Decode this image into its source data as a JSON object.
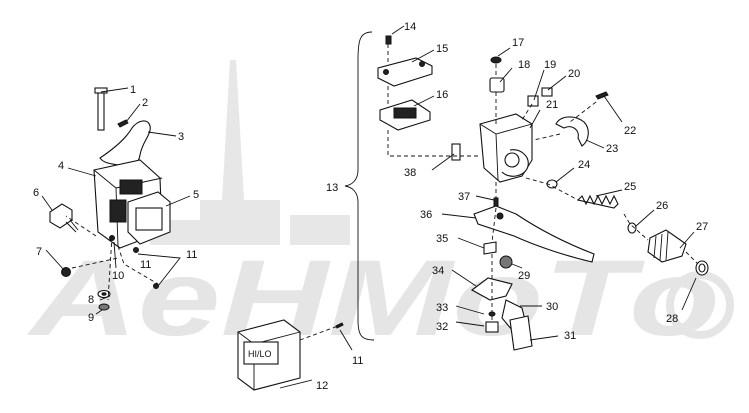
{
  "diagram": {
    "watermark_text": "AeHMoTo",
    "switch_label": "HI/LO",
    "callouts": [
      "1",
      "2",
      "3",
      "4",
      "5",
      "6",
      "7",
      "8",
      "9",
      "10",
      "11",
      "11",
      "12",
      "13",
      "14",
      "15",
      "16",
      "17",
      "18",
      "19",
      "20",
      "21",
      "22",
      "23",
      "24",
      "25",
      "26",
      "27",
      "28",
      "29",
      "30",
      "31",
      "32",
      "33",
      "34",
      "35",
      "36",
      "37",
      "38",
      "11"
    ]
  }
}
